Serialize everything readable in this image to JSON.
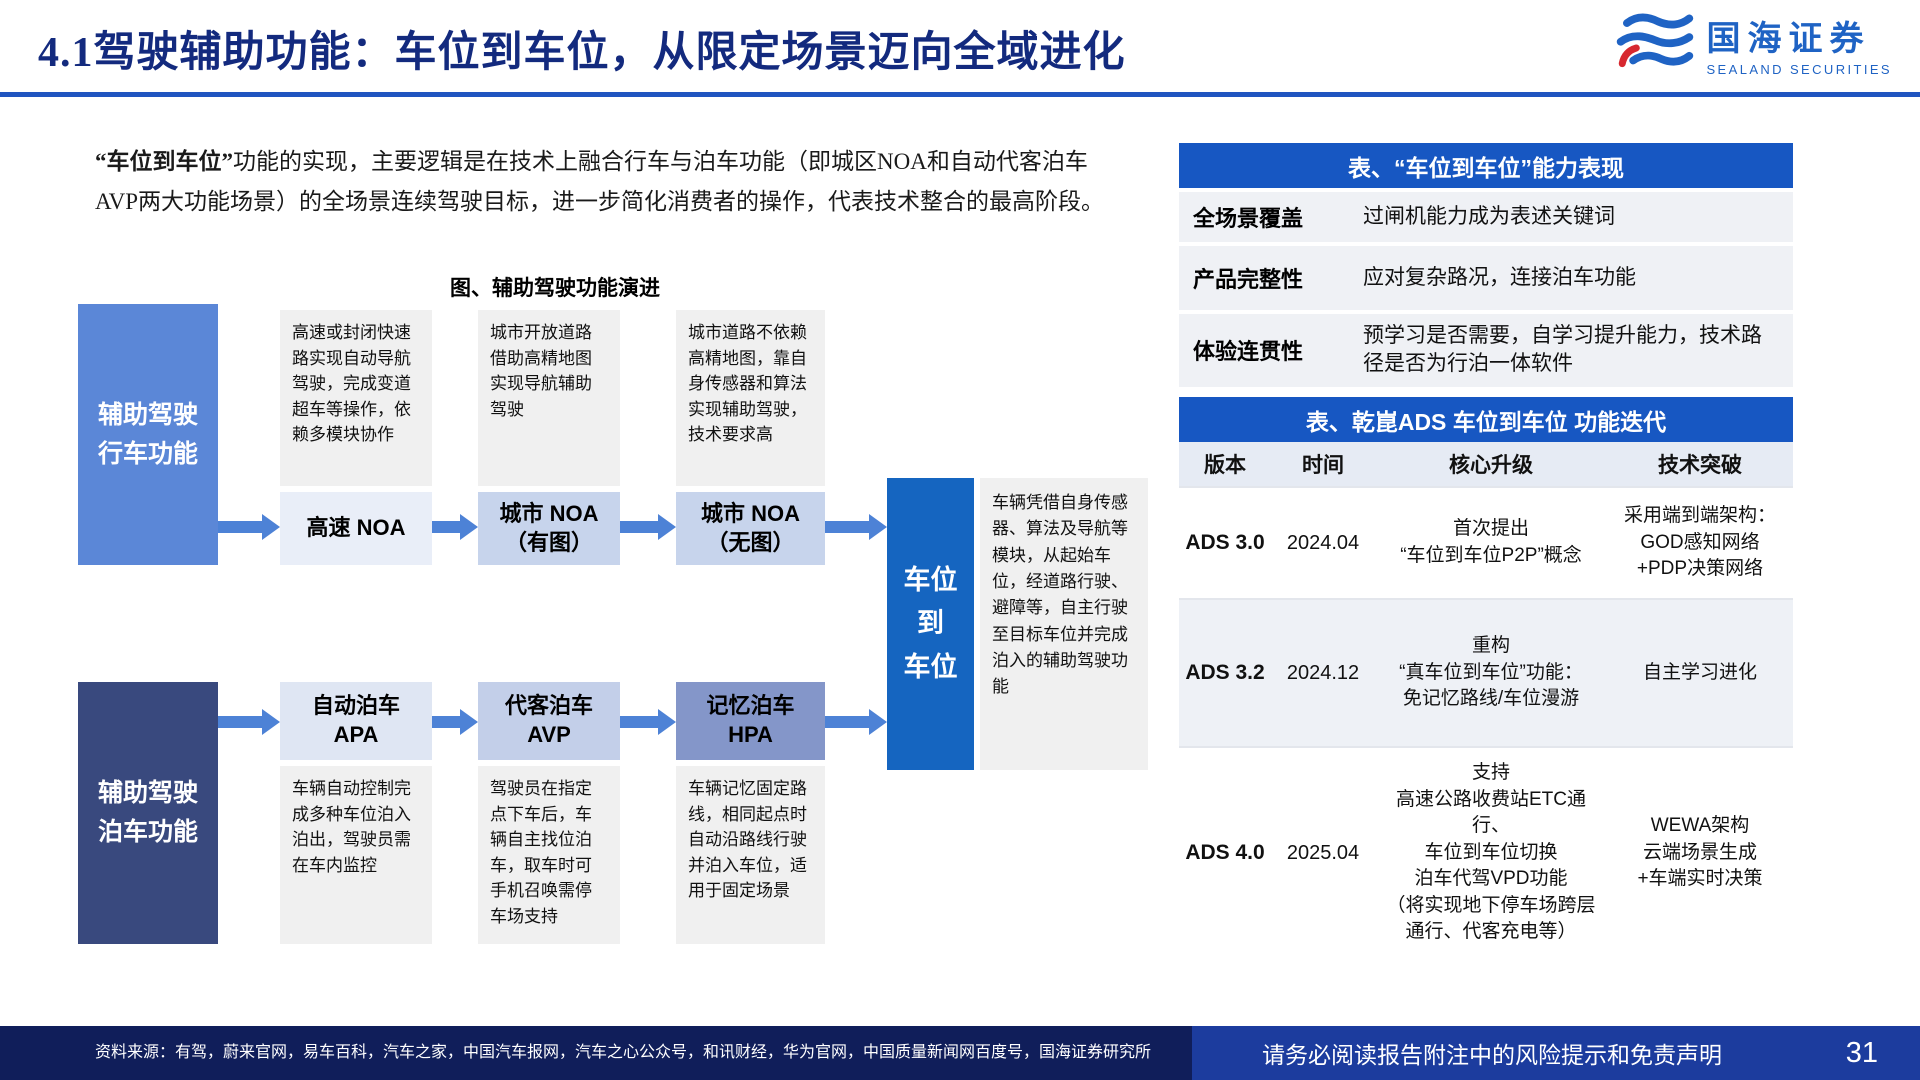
{
  "header": {
    "title": "4.1驾驶辅助功能：车位到车位，从限定场景迈向全域进化",
    "logo_name": "国海证券",
    "logo_sub": "SEALAND SECURITIES"
  },
  "intro": {
    "lead": "“车位到车位”",
    "body": "功能的实现，主要逻辑是在技术上融合行车与泊车功能（即城区NOA和自动代客泊车AVP两大功能场景）的全场景连续驾驶目标，进一步简化消费者的操作，代表技术整合的最高阶段。"
  },
  "diagram": {
    "title": "图、辅助驾驶功能演进",
    "drive_side": "辅助驾驶\n行车功能",
    "park_side": "辅助驾驶\n泊车功能",
    "drive_steps": [
      {
        "desc": "高速或封闭快速路实现自动导航驾驶，完成变道超车等操作，依赖多模块协作",
        "label": "高速 NOA"
      },
      {
        "desc": "城市开放道路借助高精地图实现导航辅助驾驶",
        "label": "城市 NOA\n（有图）"
      },
      {
        "desc": "城市道路不依赖高精地图，靠自身传感器和算法实现辅助驾驶，技术要求高",
        "label": "城市 NOA\n（无图）"
      }
    ],
    "park_steps": [
      {
        "label": "自动泊车\nAPA",
        "desc": "车辆自动控制完成多种车位泊入泊出，驾驶员需在车内监控"
      },
      {
        "label": "代客泊车\nAVP",
        "desc": "驾驶员在指定点下车后，车辆自主找位泊车，取车时可手机召唤需停车场支持"
      },
      {
        "label": "记忆泊车\nHPA",
        "desc": "车辆记忆固定路线，相同起点时自动沿路线行驶并泊入车位，适用于固定场景"
      }
    ],
    "center_label": "车位\n到\n车位",
    "center_desc": "车辆凭借自身传感器、算法及导航等模块，从起始车位，经道路行驶、避障等，自主行驶至目标车位并完成泊入的辅助驾驶功能"
  },
  "capability_table": {
    "title": "表、“车位到车位”能力表现",
    "rows": [
      {
        "label": "全场景覆盖",
        "value": "过闸机能力成为表述关键词"
      },
      {
        "label": "产品完整性",
        "value": "应对复杂路况，连接泊车功能"
      },
      {
        "label": "体验连贯性",
        "value": "预学习是否需要，自学习提升能力，技术路径是否为行泊一体软件"
      }
    ]
  },
  "iteration_table": {
    "title": "表、乾崑ADS 车位到车位 功能迭代",
    "headers": [
      "版本",
      "时间",
      "核心升级",
      "技术突破"
    ],
    "rows": [
      {
        "version": "ADS 3.0",
        "time": "2024.04",
        "upgrade": "首次提出\n“车位到车位P2P”概念",
        "breakthrough": "采用端到端架构：\nGOD感知网络\n+PDP决策网络"
      },
      {
        "version": "ADS 3.2",
        "time": "2024.12",
        "upgrade": "重构\n“真车位到车位”功能：\n免记忆路线/车位漫游",
        "breakthrough": "自主学习进化"
      },
      {
        "version": "ADS 4.0",
        "time": "2025.04",
        "upgrade": "支持\n高速公路收费站ETC通行、\n车位到车位切换\n泊车代驾VPD功能\n（将实现地下停车场跨层\n通行、代客充电等）",
        "breakthrough": "WEWA架构\n云端场景生成\n+车端实时决策"
      }
    ]
  },
  "footer": {
    "source": "资料来源：有驾，蔚来官网，易车百科，汽车之家，中国汽车报网，汽车之心公众号，和讯财经，华为官网，中国质量新闻网百度号，国海证券研究所",
    "disclaimer": "请务必阅读报告附注中的风险提示和免责声明",
    "page": "31"
  }
}
